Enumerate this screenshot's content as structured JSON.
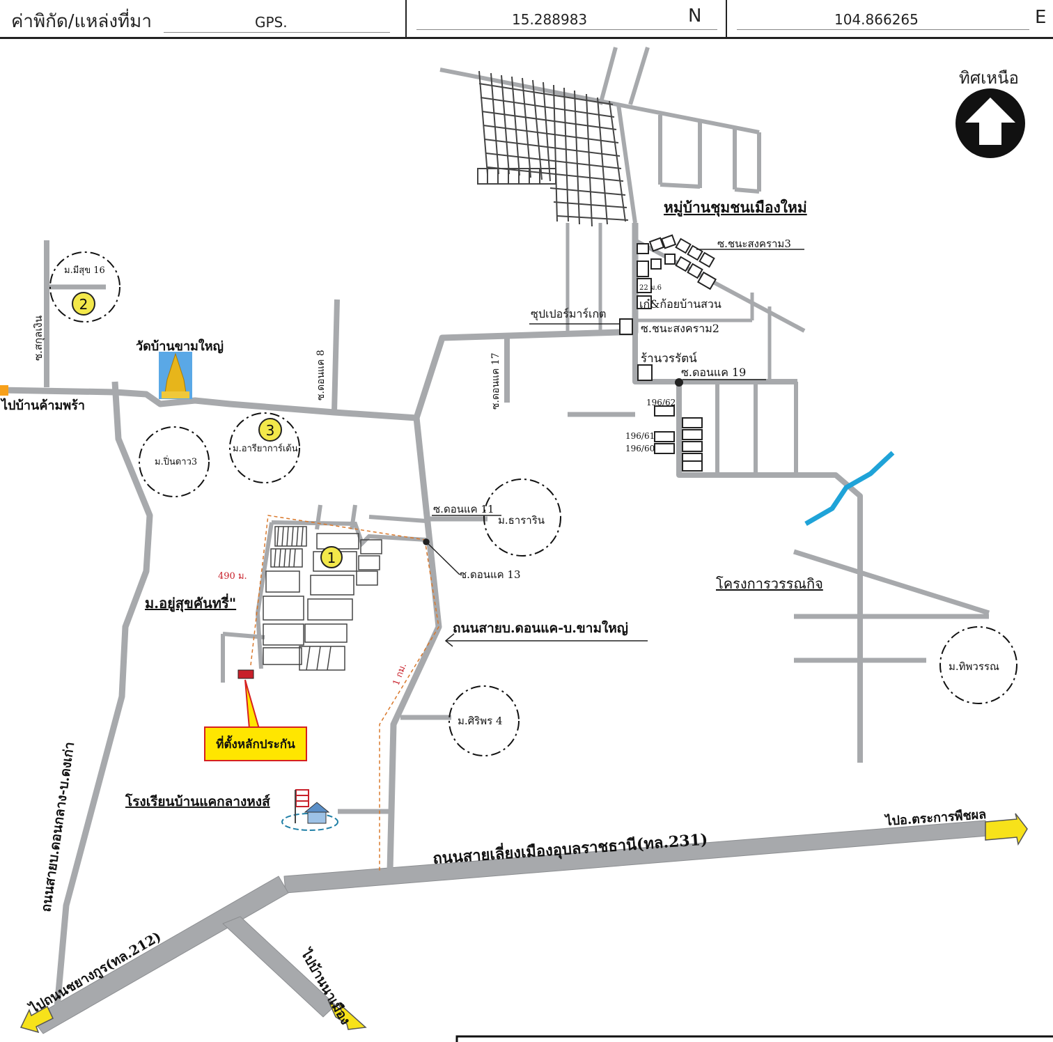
{
  "header": {
    "label": "ค่าพิกัด/แหล่งที่มา",
    "source": "GPS.",
    "lat_value": "15.288983",
    "lat_dir": "N",
    "lon_value": "104.866265",
    "lon_dir": "E"
  },
  "north": {
    "label": "ทิศเหนือ"
  },
  "village_markers": [
    {
      "number": "1"
    },
    {
      "number": "2"
    },
    {
      "number": "3"
    }
  ],
  "labels": {
    "community": "หมู่บ้านชุมชนเมืองใหม่",
    "chana3": "ซ.ชนะสงคราม3",
    "chana2": "ซ.ชนะสงคราม2",
    "house22": "22 ม.6",
    "kaikoi": "เก๋&ก้อยบ้านสวน",
    "supermarket": "ซุปเปอร์มาร์เกต",
    "wararat": "ร้านวรรัตน์",
    "donkae19": "ซ.ดอนแค 19",
    "h19662": "196/62",
    "h19661": "196/61",
    "h19660": "196/60",
    "meesuk": "ม.มีสุข 16",
    "sakulngoen": "ซ.สกุลเงิน",
    "temple": "วัดบ้านขามใหญ่",
    "donkae8": "ซ.ดอนแค 8",
    "donkae17": "ซ.ดอนแค 17",
    "to_khamphra": "ไปบ้านค้ามพร้า",
    "pinkao": "ม.ปิ่นดาว3",
    "ariya": "ม.อารียาการ์เด้น",
    "donkae11": "ซ.ดอนแค 11",
    "tararin": "ม.ธาราริน",
    "donkae13": "ซ.ดอนแค 13",
    "dist490": "490 ม.",
    "yusuk": "ม.อยู่สุขคันทรี่\"",
    "road_donkae": "ถนนสายบ.ดอนแค-บ.ขามใหญ่",
    "dist1km": "1 กม.",
    "wannakit": "โครงการวรรณกิจ",
    "tipawan": "ม.ทิพวรรณ",
    "siripon": "ม.ศิริพร 4",
    "collateral": "ที่ตั้งหลักประกัน",
    "school": "โรงเรียนบ้านแคกลางหงส์",
    "road_donklang": "ถนนสายบ.ดอนกลาง-บ.ดงเก่า",
    "road231": "ถนนสายเลี่ยงเมืองอุบลราชธานี(ทล.231)",
    "to_trakan": "ไปอ.ตระการพืชผล",
    "road212": "ไปถนนชยางกูร(ทล.212)",
    "to_namuang": "ไปบ้านนาเมือง"
  },
  "colors": {
    "road": "#a7a9ac",
    "road_edge": "#8c8e91",
    "marker": "#f3e84a",
    "arrow": "#f7e21a",
    "callout": "#ffe600",
    "callout_border": "#d62020",
    "creek": "#1fa3d8",
    "dashed": "#d9782b"
  }
}
